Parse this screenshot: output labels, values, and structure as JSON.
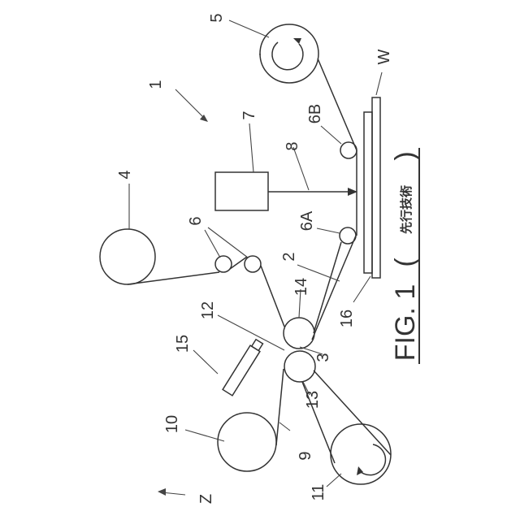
{
  "figure": {
    "caption": "FIG. 1",
    "caption_paren_open": "(",
    "caption_note": "先行技術",
    "caption_paren_close": ")"
  },
  "labels": {
    "n1": "1",
    "n2": "2",
    "n3": "3",
    "n4": "4",
    "n5": "5",
    "n6": "6",
    "n6A": "6A",
    "n6B": "6B",
    "n7": "7",
    "n8": "8",
    "n9": "9",
    "n10": "10",
    "n11": "11",
    "n12": "12",
    "n13": "13",
    "n14": "14",
    "n15": "15",
    "n16": "16",
    "nW": "W",
    "nZ": "Z"
  }
}
